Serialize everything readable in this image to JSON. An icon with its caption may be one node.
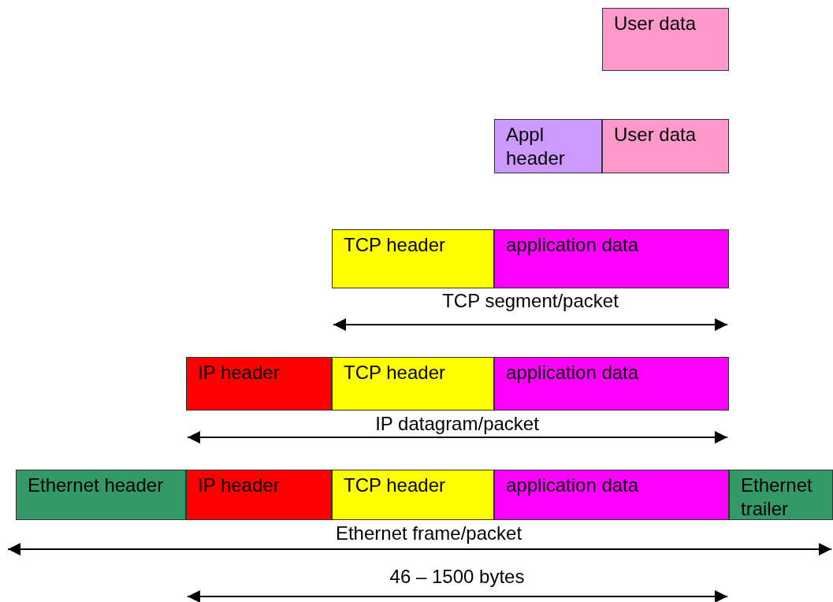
{
  "diagram": {
    "nodes": [
      {
        "text": [
          "User data"
        ]
      },
      {
        "text": [
          "Appl header"
        ]
      },
      {
        "text": [
          "User data"
        ]
      },
      {
        "text": [
          "TCP header"
        ]
      },
      {
        "text": [
          "application data"
        ]
      },
      {
        "text": [
          "IP header"
        ]
      },
      {
        "text": [
          "TCP header"
        ]
      },
      {
        "text": [
          "application data"
        ]
      },
      {
        "text": [
          "Ethernet header"
        ]
      },
      {
        "text": [
          "IP header"
        ]
      },
      {
        "text": [
          "TCP header"
        ]
      },
      {
        "text": [
          "application data"
        ]
      },
      {
        "text": [
          "Ethernet trailer"
        ]
      }
    ],
    "labels": [
      "TCP segment/packet",
      "IP datagram/packet",
      "Ethernet frame/packet",
      "46 – 1500 bytes"
    ]
  }
}
